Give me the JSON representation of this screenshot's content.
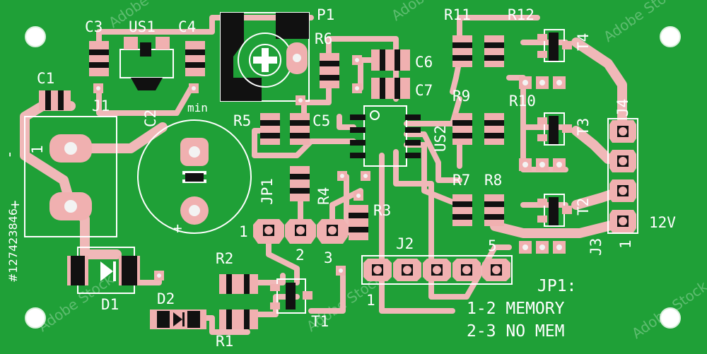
{
  "board": {
    "refs": {
      "C1": "C1",
      "C2": "C2",
      "C3": "C3",
      "C4": "C4",
      "C5": "C5",
      "C6": "C6",
      "C7": "C7",
      "US1": "US1",
      "US2": "US2",
      "P1": "P1",
      "R1": "R1",
      "R2": "R2",
      "R3": "R3",
      "R4": "R4",
      "R5": "R5",
      "R6": "R6",
      "R7": "R7",
      "R8": "R8",
      "R9": "R9",
      "R10": "R10",
      "R11": "R11",
      "R12": "R12",
      "T1": "T1",
      "T2": "T2",
      "T3": "T3",
      "T4": "T4",
      "D1": "D1",
      "D2": "D2",
      "J1": "J1",
      "J2": "J2",
      "J3": "J3",
      "J4": "J4",
      "JP1": "JP1"
    },
    "marks": {
      "min": "min",
      "minus": "-",
      "plus_j1": "+",
      "plus_c2": "+",
      "one_j1": "1",
      "one_jp1": "1",
      "two_jp1": "2",
      "three_jp1": "3",
      "one_j2": "1",
      "five_j2": "5",
      "one_j3": "1",
      "v12": "12V"
    },
    "note": {
      "line1": "JP1:",
      "line2": "1-2 MEMORY",
      "line3": "2-3 NO MEM"
    },
    "watermark": {
      "id": "#127423846",
      "brand": "Adobe Stock"
    },
    "colors": {
      "substrate": "#1fa037",
      "copper": "#f0b0b0",
      "silkscreen": "#ffffff",
      "component": "#111111"
    }
  }
}
